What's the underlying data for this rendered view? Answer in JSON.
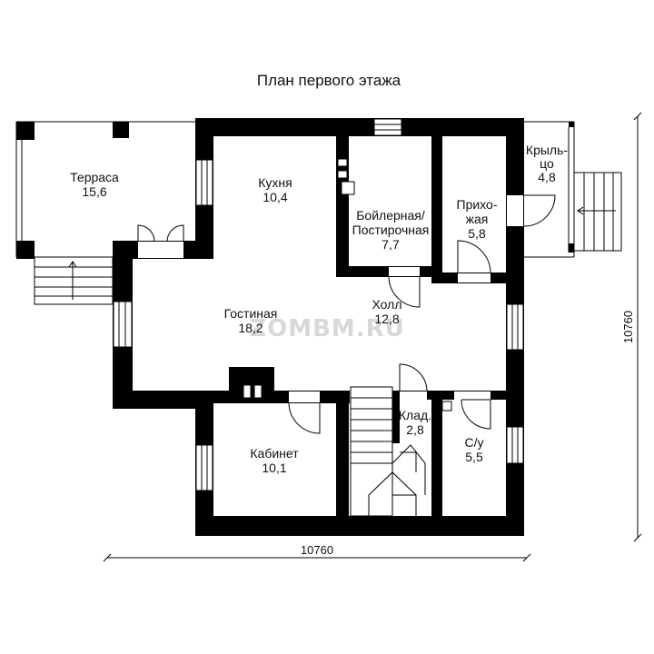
{
  "plan": {
    "title": "План первого этажа",
    "watermark": "ZOMBM.RU",
    "dimension_horizontal": "10760",
    "dimension_vertical": "10760",
    "rooms": {
      "terrace": {
        "name": "Терраса",
        "area": "15,6"
      },
      "kitchen": {
        "name": "Кухня",
        "area": "10,4"
      },
      "boiler": {
        "name_line1": "Бойлерная/",
        "name_line2": "Постирочная",
        "area": "7,7"
      },
      "hallway": {
        "name_line1": "Прихо-",
        "name_line2": "жая",
        "area": "5,8"
      },
      "porch": {
        "name_line1": "Крыль-",
        "name_line2": "цо",
        "area": "4,8"
      },
      "living": {
        "name": "Гостиная",
        "area": "18,2"
      },
      "hall": {
        "name": "Холл",
        "area": "12,8"
      },
      "study": {
        "name": "Кабинет",
        "area": "10,1"
      },
      "storage": {
        "name": "Клад.",
        "area": "2,8"
      },
      "bathroom": {
        "name": "С/у",
        "area": "5,5"
      }
    },
    "colors": {
      "wall": "#000000",
      "watermark": "#d8d8d8",
      "background": "#ffffff"
    }
  }
}
